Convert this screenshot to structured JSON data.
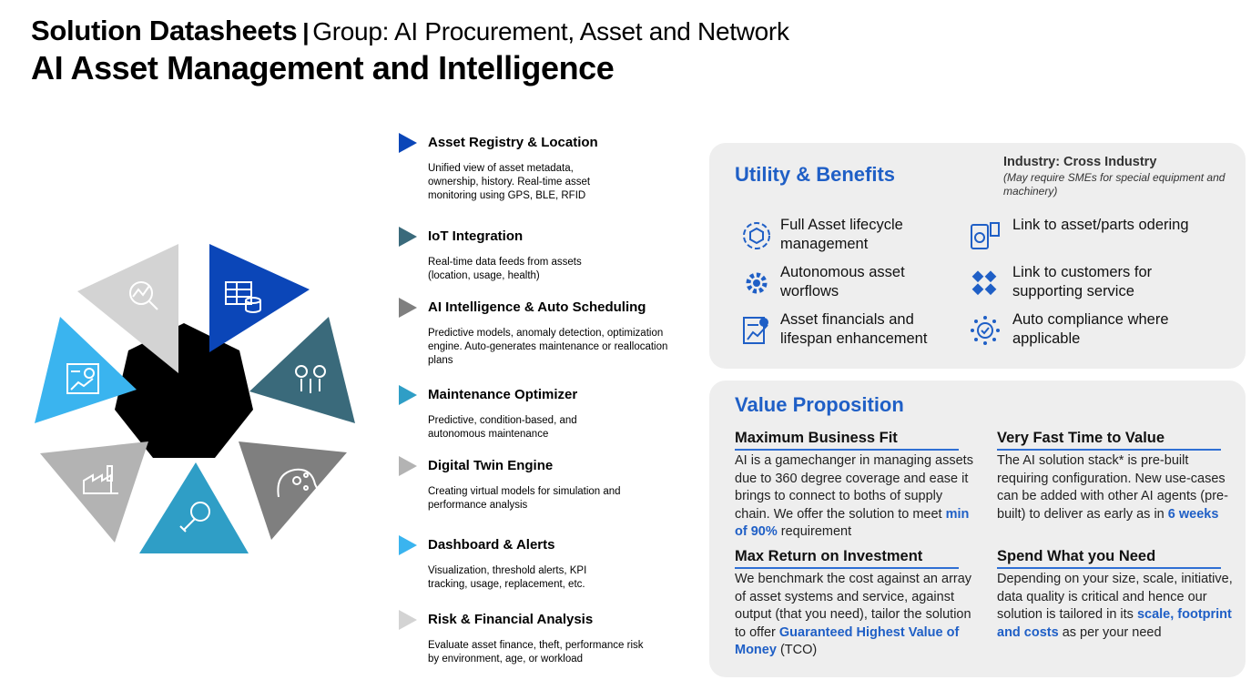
{
  "header": {
    "title": "Solution Datasheets",
    "separator": "|",
    "group": "Group: AI Procurement, Asset and Network",
    "subtitle": "AI Asset Management and Intelligence"
  },
  "wheel": {
    "icons": [
      "search-analytics-icon",
      "database-table-icon",
      "gears-circuit-icon",
      "ai-head-icon",
      "wrench-gear-icon",
      "factory-icon",
      "dashboard-report-icon"
    ],
    "colors": [
      "#d3d3d3",
      "#0b46b8",
      "#3a6a7b",
      "#7f7f7f",
      "#2f9ec6",
      "#b3b3b3",
      "#3ab4ef"
    ]
  },
  "features": [
    {
      "title": "Asset Registry & Location",
      "desc": "Unified view of asset metadata, ownership, history. Real-time asset monitoring using GPS, BLE, RFID",
      "color": "#0b46b8"
    },
    {
      "title": "IoT Integration",
      "desc": "Real-time data feeds from assets (location, usage, health)",
      "color": "#3a6a7b"
    },
    {
      "title": "AI Intelligence & Auto Scheduling",
      "desc": "Predictive models, anomaly detection, optimization engine. Auto-generates maintenance or reallocation plans",
      "color": "#7f7f7f"
    },
    {
      "title": "Maintenance Optimizer",
      "desc": "Predictive, condition-based, and autonomous maintenance",
      "color": "#2f9ec6"
    },
    {
      "title": "Digital Twin Engine",
      "desc": "Creating virtual models for simulation and performance analysis",
      "color": "#b3b3b3"
    },
    {
      "title": "Dashboard & Alerts",
      "desc": "Visualization, threshold alerts, KPI tracking, usage, replacement, etc.",
      "color": "#3ab4ef"
    },
    {
      "title": "Risk & Financial Analysis",
      "desc": "Evaluate asset finance, theft, performance risk by environment, age, or workload",
      "color": "#d3d3d3"
    }
  ],
  "utility": {
    "title": "Utility & Benefits",
    "industry": "Industry: Cross Industry",
    "industry_note": "(May require SMEs for special equipment and machinery)",
    "benefits": [
      {
        "text": "Full Asset lifecycle management",
        "icon": "lifecycle-icon"
      },
      {
        "text": "Link to asset/parts odering",
        "icon": "mobile-order-icon"
      },
      {
        "text": "Autonomous asset worflows",
        "icon": "gear-workflow-icon"
      },
      {
        "text": "Link to customers for supporting service",
        "icon": "puzzle-link-icon"
      },
      {
        "text": "Asset financials and lifespan enhancement",
        "icon": "financial-report-icon"
      },
      {
        "text": "Auto compliance where applicable",
        "icon": "compliance-stars-icon"
      }
    ]
  },
  "value": {
    "title": "Value Proposition",
    "blocks": [
      {
        "title": "Maximum Business Fit",
        "text": "AI is a gamechanger in managing assets due to 360 degree coverage and ease it brings to connect to boths of supply chain. We offer the solution to meet ",
        "highlight": "min of 90%",
        "tail": " requirement"
      },
      {
        "title": "Very Fast Time to Value",
        "text": "The AI solution stack* is pre-built requiring configuration. New use-cases can be added with other AI agents (pre-built) to deliver as early as in ",
        "highlight": "6 weeks",
        "tail": ""
      },
      {
        "title": "Max Return on Investment",
        "text": "We benchmark the cost against an array of asset systems and service, against output (that you need), tailor the solution to offer ",
        "highlight": "Guaranteed Highest Value of Money",
        "tail": " (TCO)"
      },
      {
        "title": "Spend What you Need",
        "text": "Depending on your size, scale, initiative, data quality is critical and hence our solution is tailored in its ",
        "highlight": "scale, footprint and costs",
        "tail": " as per your need"
      }
    ]
  }
}
